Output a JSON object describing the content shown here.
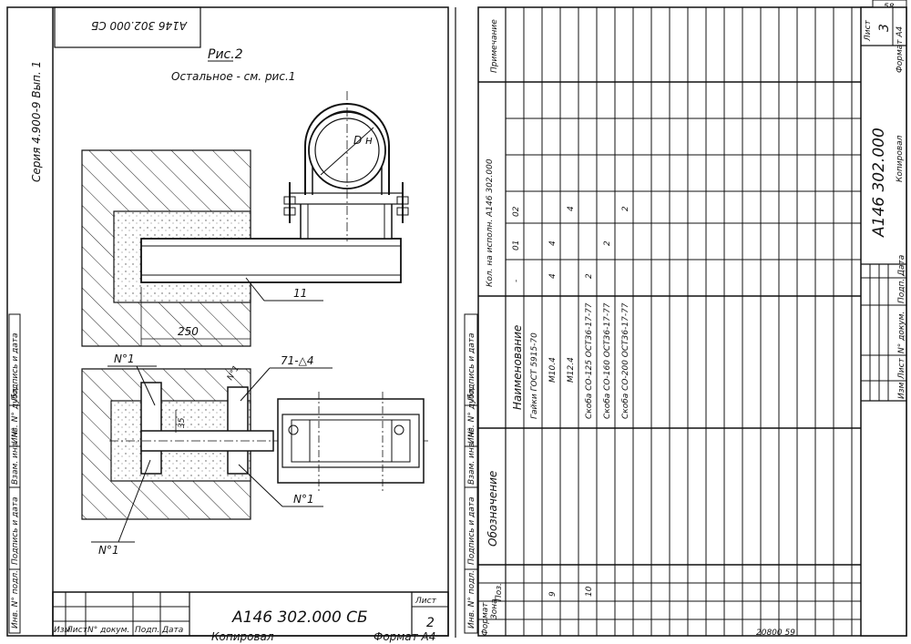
{
  "sheet_left": {
    "top_stamp": "А146 302.000 СБ",
    "series": "Серия 4.900-9 Вып. 1",
    "figure_title": "Рис.2",
    "figure_note": "Остальное - см. рис.1",
    "pipe_label": "D н",
    "position_11": "11",
    "dim_250": "250",
    "node_label_1": "N°1",
    "node_label_2": "N°1",
    "node_label_3": "N°1",
    "node_label_4": "N°1",
    "weld_note": "71-△4",
    "dim_35": "35",
    "stamp_code": "А146 302.000 СБ",
    "sheet_label": "Лист",
    "sheet_number": "2",
    "copied": "Копировал",
    "format": "Формат А4",
    "stamp_cols": [
      "Изм",
      "Лист",
      "N° докум.",
      "Подп.",
      "Дата"
    ],
    "side_cols": [
      "Инв. N° подл.",
      "Подпись и дата",
      "Взам. инв. N°",
      "Инв. N° дубл.",
      "Подпись и дата"
    ]
  },
  "sheet_right": {
    "side_cols": [
      "Инв. N° подл.",
      "Подпись и дата",
      "Взам. инв. N°",
      "Инв. N° дубл.",
      "Подпись и дата"
    ],
    "headers": {
      "format": "Формат",
      "zone": "Зона",
      "pos": "Поз.",
      "designation": "Обозначение",
      "name": "Наименование",
      "qty_title": "Кол. на исполн. А146 302.000",
      "qty_cols": [
        "-",
        "01",
        "02"
      ],
      "note": "Примечание"
    },
    "rows": [
      {
        "pos": "9",
        "name": "Гайки ГОСТ 5915-70",
        "qty": [
          "",
          "",
          ""
        ]
      },
      {
        "pos": "",
        "name": "М10.4",
        "qty": [
          "4",
          "4",
          ""
        ]
      },
      {
        "pos": "",
        "name": "М12.4",
        "qty": [
          "",
          "",
          "4"
        ]
      },
      {
        "pos": "10",
        "name": "Скоба СО-125 ОСТ36-17-77",
        "qty": [
          "2",
          "",
          ""
        ]
      },
      {
        "pos": "",
        "name": "Скоба СО-160 ОСТ36-17-77",
        "qty": [
          "",
          "2",
          ""
        ]
      },
      {
        "pos": "",
        "name": "Скоба СО-200 ОСТ36-17-77",
        "qty": [
          "",
          "",
          "2"
        ]
      }
    ],
    "stamp_code": "А146 302.000",
    "sheet_label": "Лист",
    "sheet_number": "3",
    "copied": "Копировал",
    "format": "Формат А4",
    "stamp_cols": [
      "Изм",
      "Лист",
      "N° докум.",
      "Подп.",
      "Дата"
    ],
    "bottom_numbers": "20800 59",
    "corner_number": "58"
  }
}
